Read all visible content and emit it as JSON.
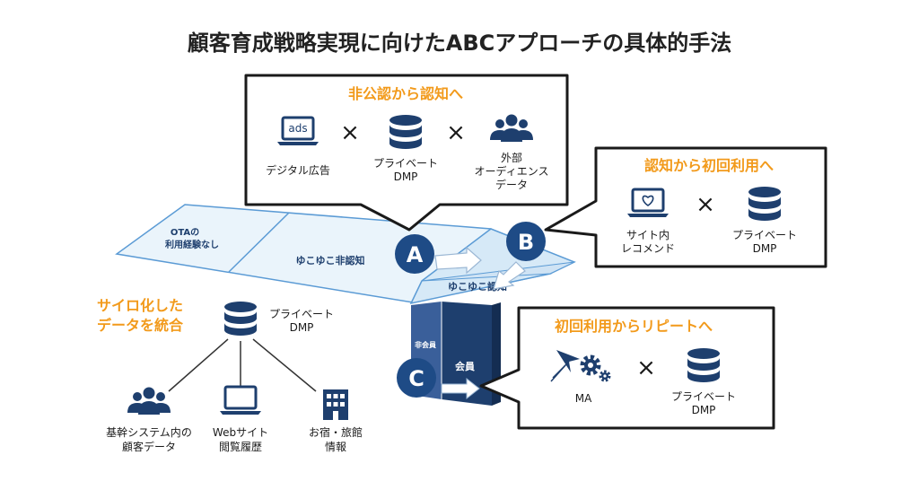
{
  "title": "顧客育成戦略実現に向けたABCアプローチの具体的手法",
  "colors": {
    "navy": "#1e3f6e",
    "orange": "#f29a1b",
    "floor_fill": "#eaf4fb",
    "floor_stroke": "#5b9bd5"
  },
  "stages": {
    "ota_no_usage": [
      "OTAの",
      "利用経験なし"
    ],
    "not_aware": "ゆこゆこ非認知",
    "aware": "ゆこゆこ認知",
    "non_member": "非会員",
    "member": "会員"
  },
  "markers": {
    "a": "A",
    "b": "B",
    "c": "C"
  },
  "box_a": {
    "heading": "非公認から認知へ",
    "items": [
      {
        "icon": "laptop-ads-icon",
        "badge": "ads",
        "label": [
          "デジタル広告"
        ]
      },
      {
        "icon": "database-icon",
        "label": [
          "プライベート",
          "DMP"
        ]
      },
      {
        "icon": "people-group-icon",
        "label": [
          "外部",
          "オーディエンス",
          "データ"
        ]
      }
    ],
    "operator": "×"
  },
  "box_b": {
    "heading": "認知から初回利用へ",
    "items": [
      {
        "icon": "laptop-heart-icon",
        "label": [
          "サイト内",
          "レコメンド"
        ]
      },
      {
        "icon": "database-icon",
        "label": [
          "プライベート",
          "DMP"
        ]
      }
    ],
    "operator": "×"
  },
  "box_c": {
    "heading": "初回利用からリピートへ",
    "items": [
      {
        "icon": "marketing-automation-icon",
        "label": [
          "MA"
        ]
      },
      {
        "icon": "database-icon",
        "label": [
          "プライベート",
          "DMP"
        ]
      }
    ],
    "operator": "×"
  },
  "integration": {
    "heading": [
      "サイロ化した",
      "データを統合"
    ],
    "hub": {
      "icon": "database-icon",
      "label": [
        "プライベート",
        "DMP"
      ]
    },
    "sources": [
      {
        "icon": "people-group-icon",
        "label": [
          "基幹システム内の",
          "顧客データ"
        ]
      },
      {
        "icon": "laptop-icon",
        "label": [
          "Webサイト",
          "閲覧履歴"
        ]
      },
      {
        "icon": "building-icon",
        "label": [
          "お宿・旅館",
          "情報"
        ]
      }
    ]
  }
}
